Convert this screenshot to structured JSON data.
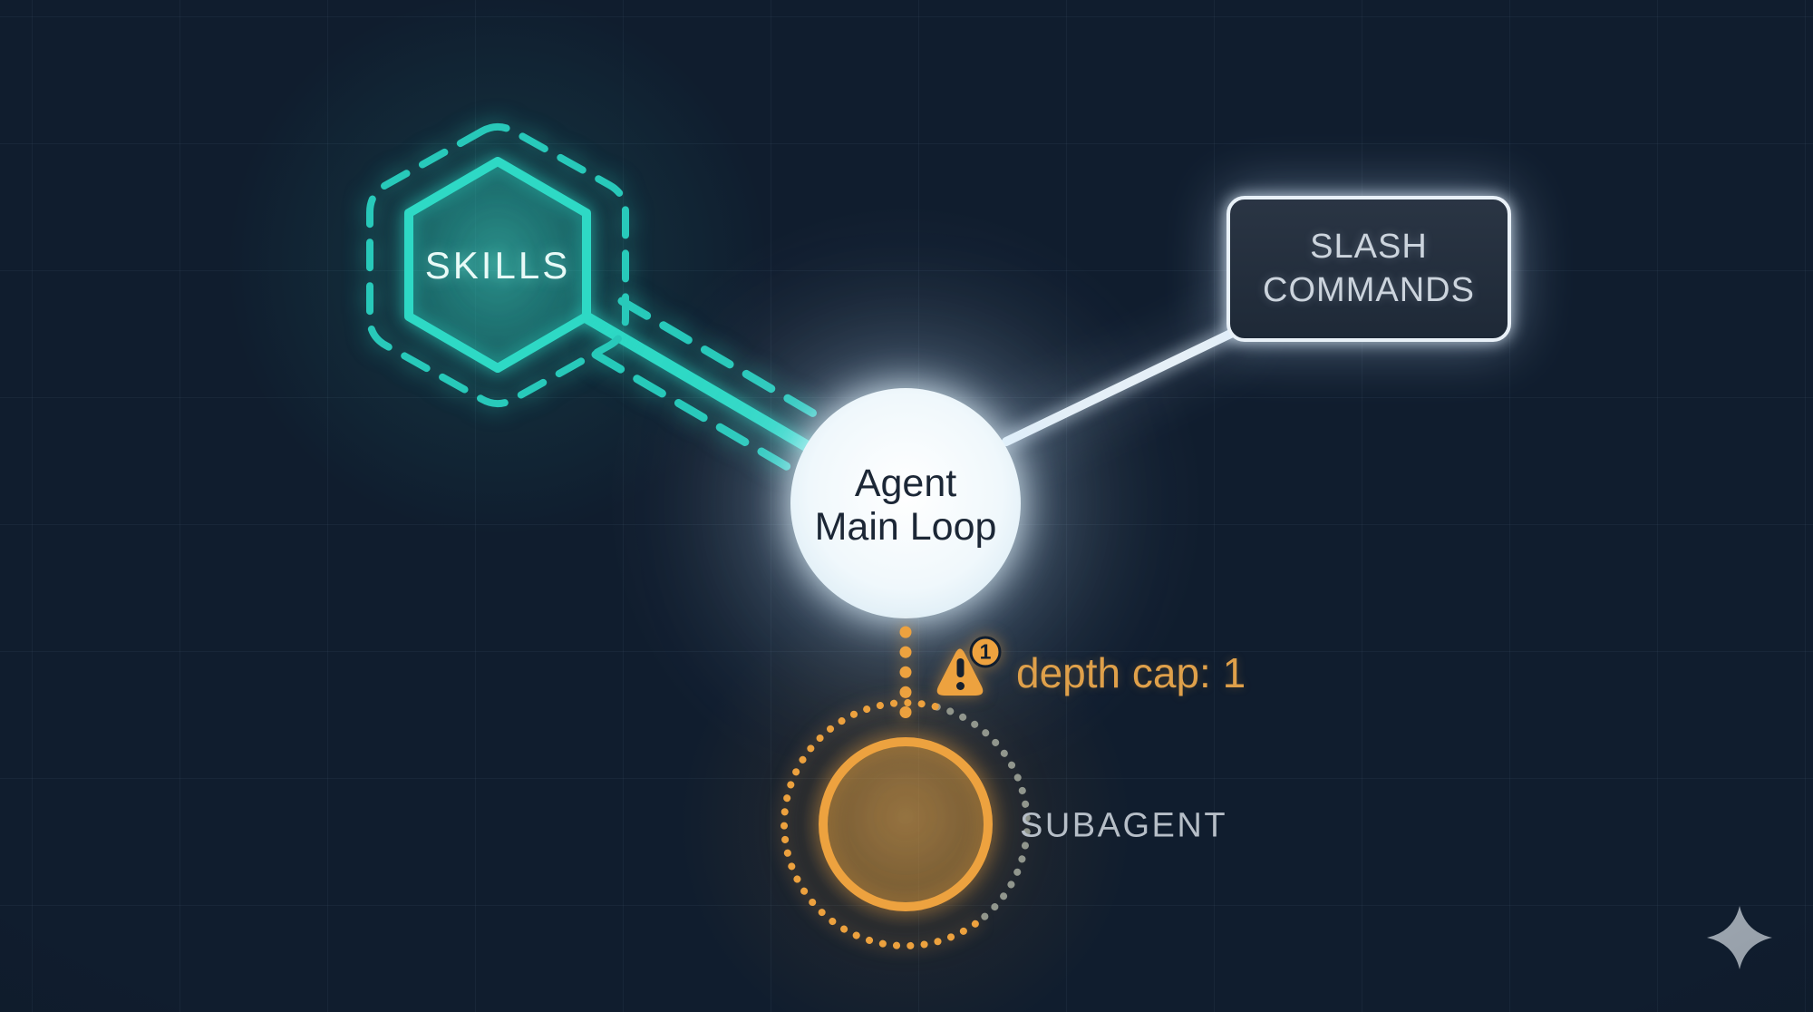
{
  "nodes": {
    "skills": {
      "label": "SKILLS",
      "shape": "hexagon-dashed-outline"
    },
    "slash_commands": {
      "label": "SLASH\nCOMMANDS",
      "shape": "rounded-rectangle"
    },
    "agent_main_loop": {
      "label": "Agent\nMain Loop",
      "shape": "circle"
    },
    "subagent": {
      "label": "SUBAGENT",
      "shape": "circle-dotted-outline"
    }
  },
  "annotations": {
    "depth_cap": {
      "label": "depth cap: 1",
      "badge_count": "1",
      "icon": "warning-triangle-icon"
    }
  },
  "decorations": {
    "sparkle": "sparkle-icon"
  },
  "colors": {
    "background": "#101d2e",
    "grid_line": "rgba(170,200,235,0.05)",
    "teal": "#2ed9c5",
    "teal_dim": "#28c9ba",
    "orange": "#eda23f",
    "orange_text": "#dfa04a",
    "white_line": "#e6f0f7",
    "box_border": "#e9f1f8",
    "box_fill": "#232e3c",
    "box_text": "#ccd4dd",
    "circle_text": "#1c2736",
    "subagent_text": "#b6bec7",
    "dot_gray": "#8f968f",
    "sparkle": "#9aa3ad",
    "exclamation_dark": "#16202e"
  }
}
